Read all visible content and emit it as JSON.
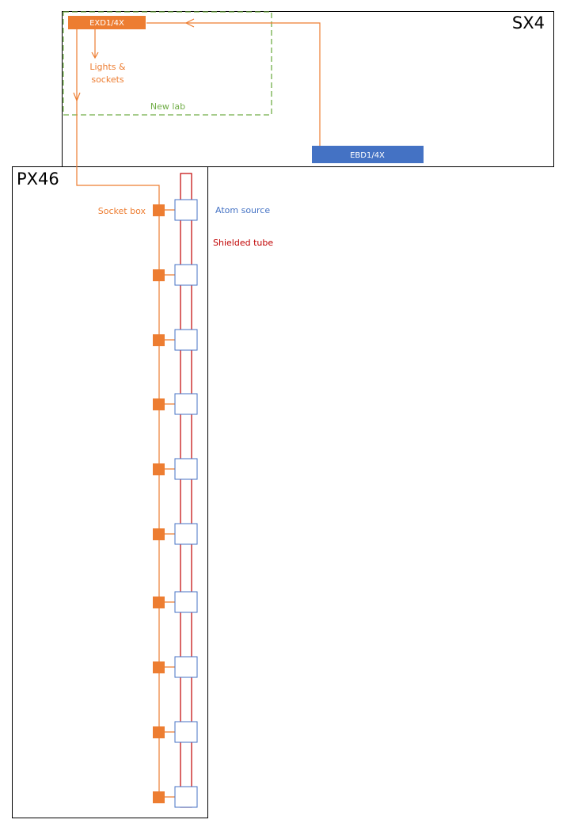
{
  "rooms": {
    "sx4": "SX4",
    "px46": "PX46"
  },
  "boards": {
    "exd": "EXD1/4X",
    "ebd": "EBD1/4X"
  },
  "labels": {
    "lights_line1": "Lights &",
    "lights_line2": "sockets",
    "new_lab": "New lab",
    "socket_box": "Socket box",
    "atom_source": "Atom source",
    "shielded_tube": "Shielded tube"
  },
  "colors": {
    "orange": "#ed7d31",
    "blue": "#4472c4",
    "red": "#c00000",
    "green": "#70ad47",
    "black": "#000000"
  },
  "socket_count": 10
}
